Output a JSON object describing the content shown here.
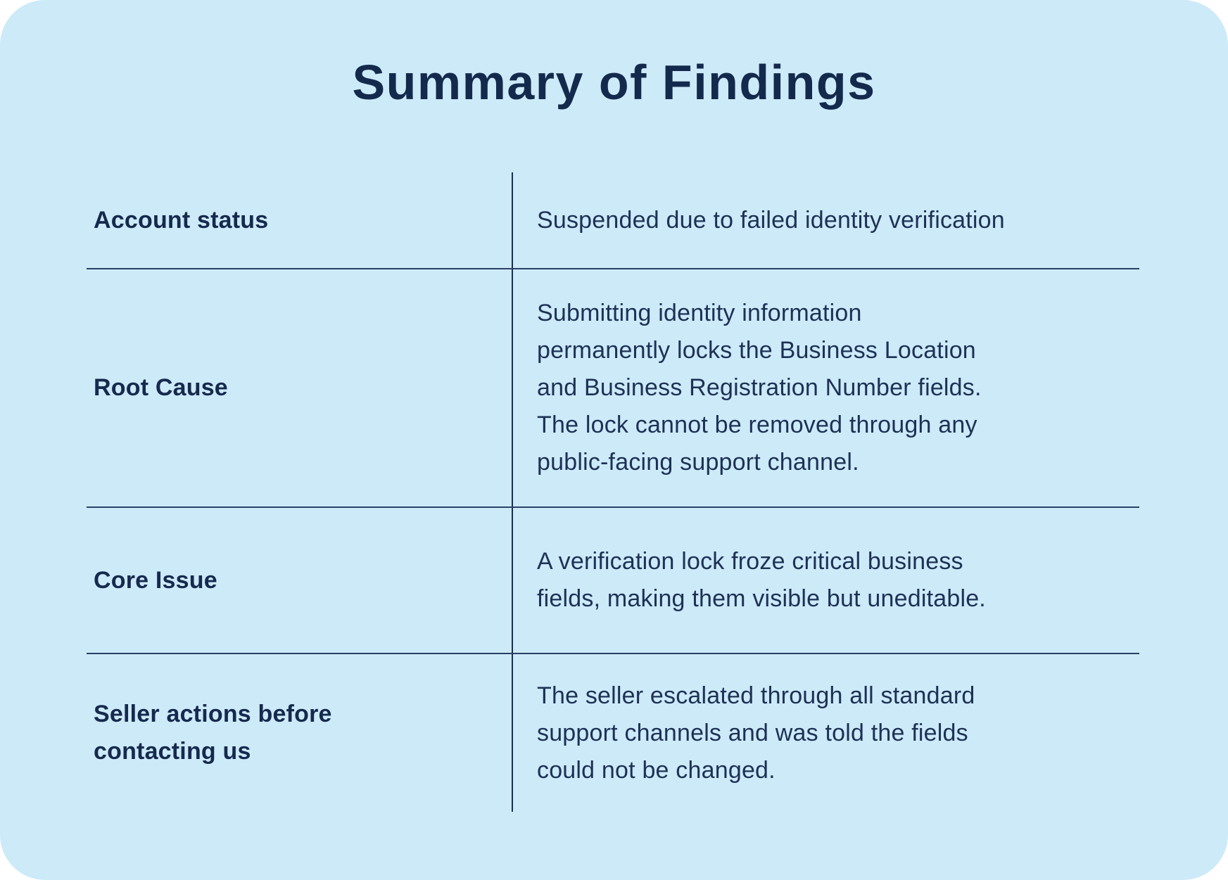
{
  "title": "Summary of Findings",
  "colors": {
    "card_background": "#cdeaf8",
    "title_text": "#142a4d",
    "body_text": "#1d3156",
    "horizontal_divider": "#2a4066",
    "vertical_divider": "#1b2d52"
  },
  "table": {
    "rows": [
      {
        "label": "Account status",
        "value": "Suspended due to failed identity verification"
      },
      {
        "label": "Root Cause",
        "value": "Submitting identity information\npermanently locks the Business Location\nand Business Registration Number fields.\nThe lock cannot be removed through any\npublic-facing support channel."
      },
      {
        "label": "Core Issue",
        "value": "A verification lock froze critical business\nfields, making them visible but uneditable."
      },
      {
        "label": "Seller actions before\ncontacting us",
        "value": "The seller escalated through all standard\nsupport channels and was told the fields\ncould not be changed."
      }
    ]
  }
}
